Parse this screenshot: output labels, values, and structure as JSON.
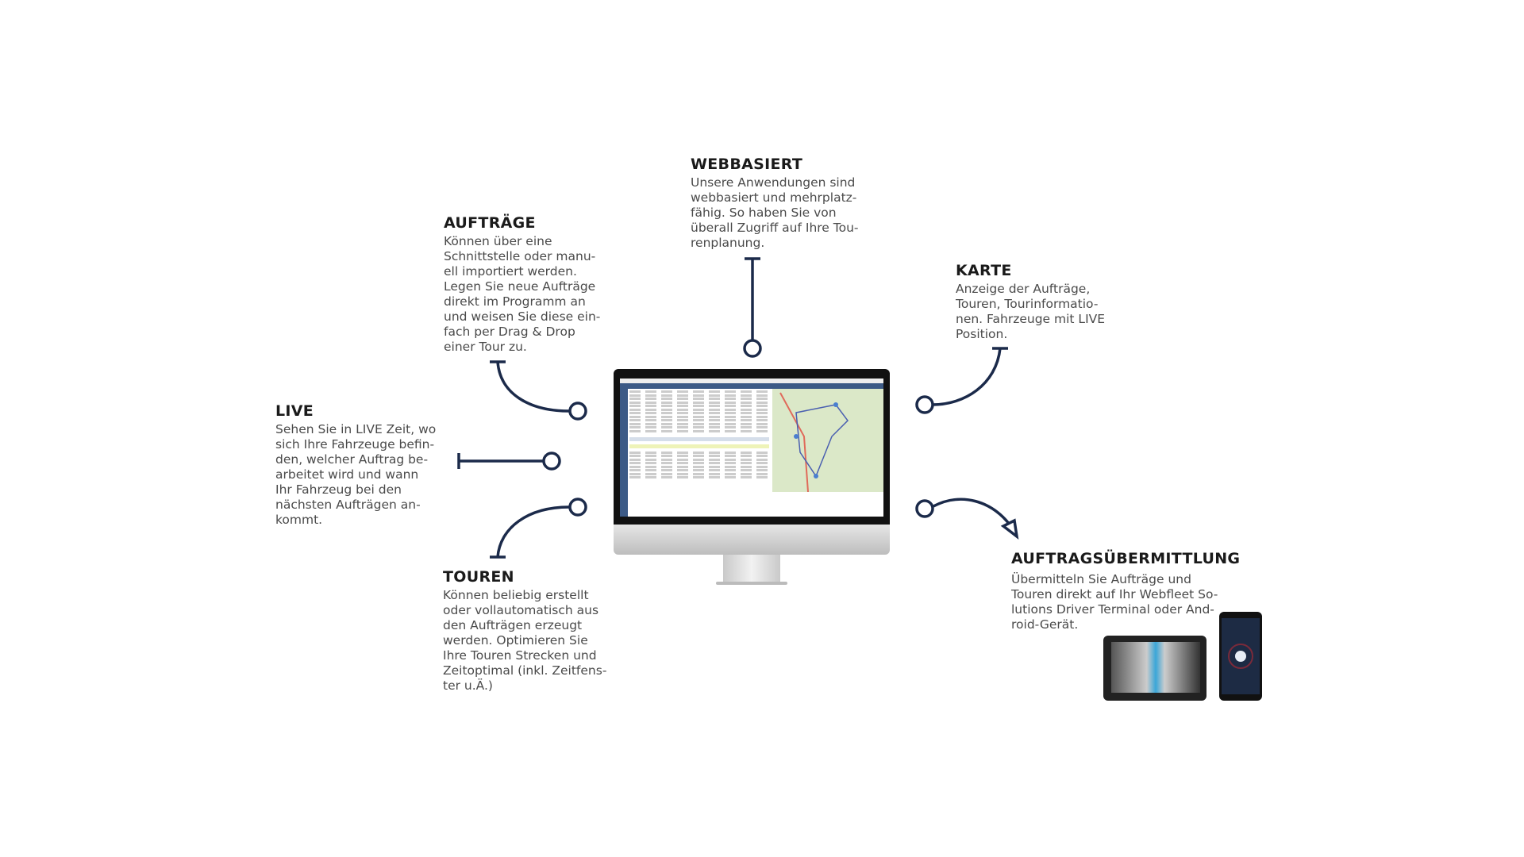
{
  "features": {
    "webbasiert": {
      "title": "WEBBASIERT",
      "lines": [
        "Unsere Anwendungen sind",
        "webbasiert und mehrplatz-",
        "fähig. So haben Sie von",
        "überall Zugriff auf Ihre Tou-",
        "renplanung."
      ]
    },
    "auftraege": {
      "title": "AUFTRÄGE",
      "lines": [
        "Können über eine",
        "Schnittstelle oder manu-",
        "ell importiert werden.",
        "Legen Sie neue Aufträge",
        "direkt im Programm an",
        "und weisen Sie diese ein-",
        "fach per Drag & Drop",
        "einer Tour zu."
      ]
    },
    "karte": {
      "title": "KARTE",
      "lines": [
        "Anzeige der Aufträge,",
        "Touren, Tourinformatio-",
        "nen. Fahrzeuge mit LIVE",
        "Position."
      ]
    },
    "live": {
      "title": "LIVE",
      "lines": [
        "Sehen Sie in LIVE Zeit, wo",
        "sich Ihre Fahrzeuge befin-",
        "den, welcher Auftrag be-",
        "arbeitet wird und wann",
        "Ihr Fahrzeug bei den",
        "nächsten Aufträgen an-",
        "kommt."
      ]
    },
    "touren": {
      "title": "TOUREN",
      "lines": [
        "Können beliebig erstellt",
        "oder vollautomatisch aus",
        "den Aufträgen erzeugt",
        "werden. Optimieren Sie",
        "Ihre Touren Strecken und",
        "Zeitoptimal (inkl. Zeitfens-",
        "ter u.Ä.)"
      ]
    },
    "uebermittlung": {
      "title": "AUFTRAGSÜBERMITTLUNG",
      "lines": [
        "Übermitteln Sie Aufträge und",
        "Touren direkt auf Ihr Webfleet So-",
        "lutions Driver Terminal oder And-",
        "roid-Gerät."
      ]
    }
  },
  "colors": {
    "connector": "#1b2a4a",
    "app_header": "#3c5a86"
  }
}
